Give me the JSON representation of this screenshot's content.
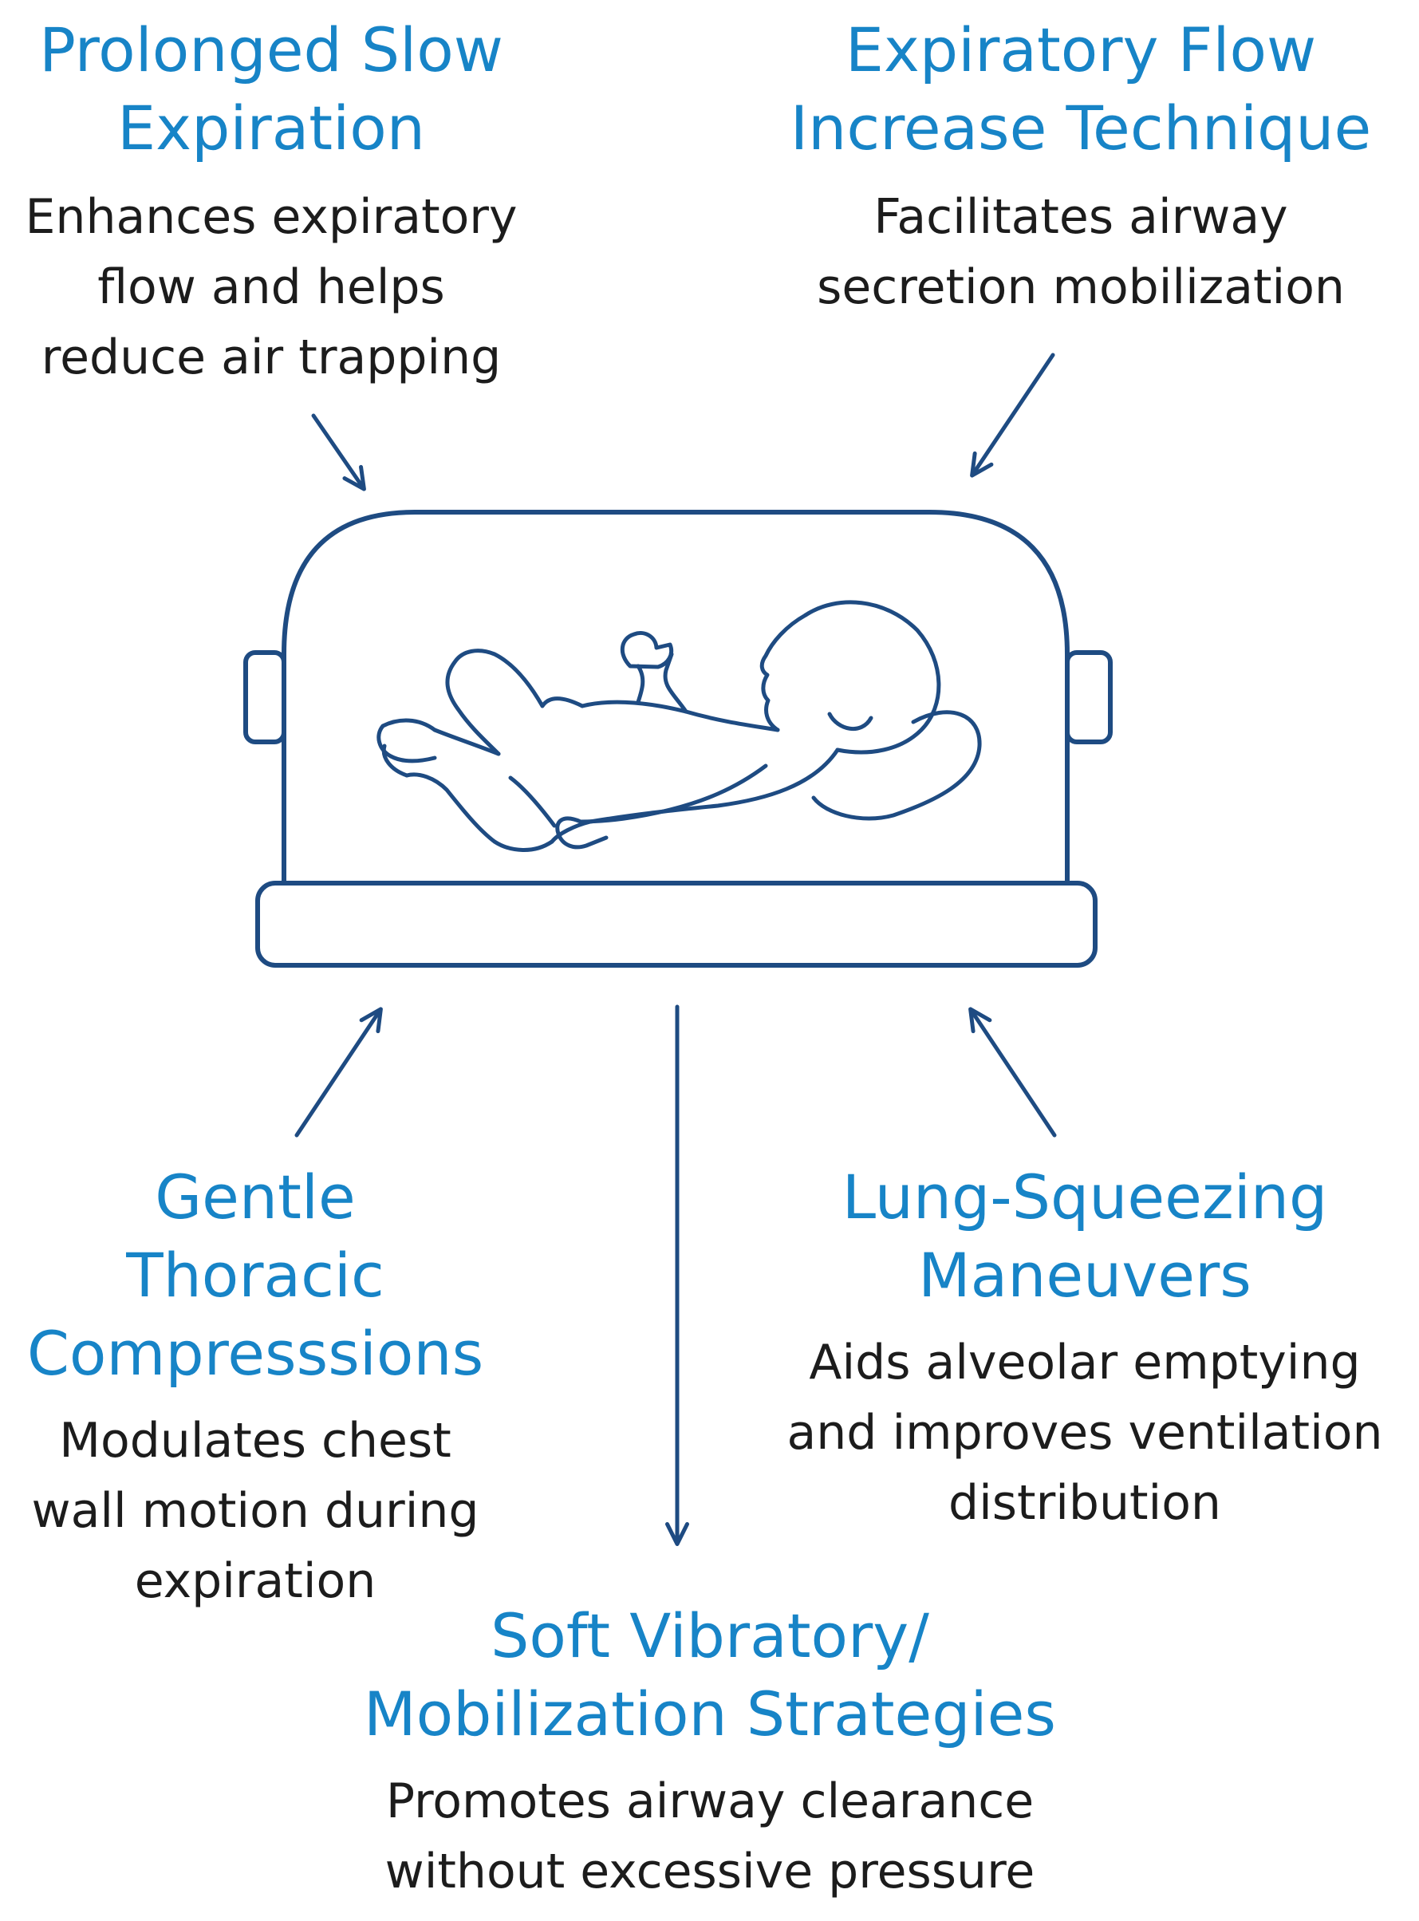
{
  "colors": {
    "title": "#1784c7",
    "text": "#1c1c1c",
    "line_art": "#1e4b82"
  },
  "icon": "infant-in-incubator-icon",
  "top_left": {
    "title_lines": [
      "Prolonged Slow",
      "Expiration"
    ],
    "desc_lines": [
      "Enhances expiratory",
      "flow and helps",
      "reduce air trapping"
    ]
  },
  "top_right": {
    "title_lines": [
      "Expiratory Flow",
      "Increase Technique"
    ],
    "desc_lines": [
      "Facilitates airway",
      "secretion mobilization"
    ]
  },
  "bottom_left": {
    "title_lines": [
      "Gentle",
      "Thoracic",
      "Compresssions"
    ],
    "desc_lines": [
      "Modulates chest",
      "wall motion during",
      "expiration"
    ]
  },
  "bottom_right": {
    "title_lines": [
      "Lung-Squeezing",
      "Maneuvers"
    ],
    "desc_lines": [
      "Aids alveolar emptying",
      "and improves ventilation",
      "distribution"
    ]
  },
  "bottom_center": {
    "title_lines": [
      "Soft Vibratory/",
      "Mobilization Strategies"
    ],
    "desc_lines": [
      "Promotes airway clearance",
      "without excessive pressure"
    ]
  }
}
